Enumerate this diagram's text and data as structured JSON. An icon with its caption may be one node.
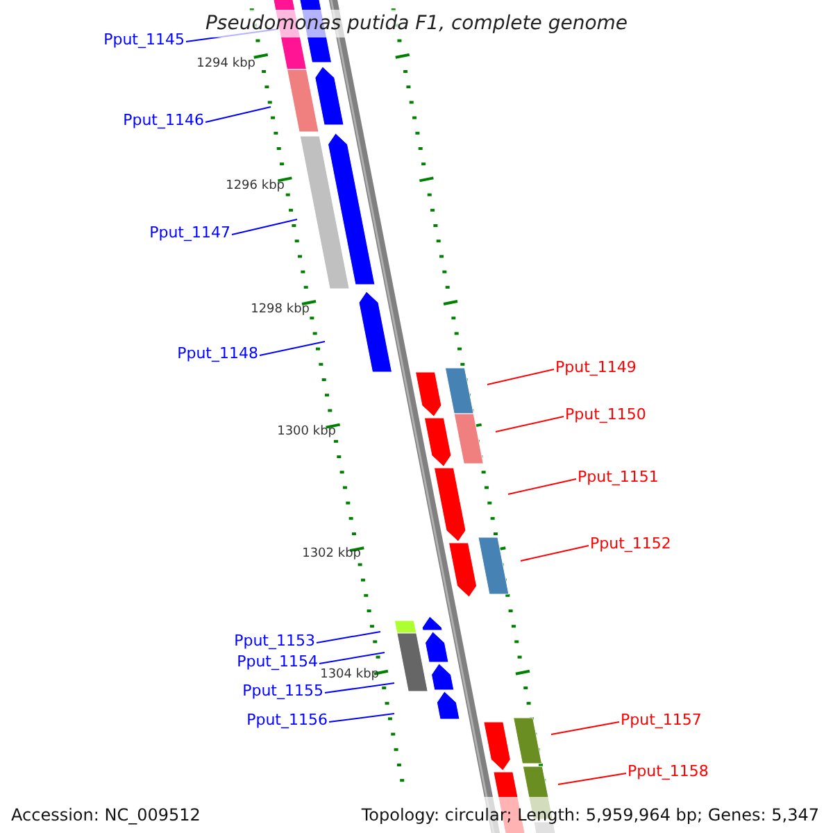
{
  "diagram": {
    "title": "Pseudomonas putida F1, complete genome",
    "nodes": [
      {
        "text": [
          "Pput_1145"
        ]
      },
      {
        "text": [
          "Pput_1146"
        ]
      },
      {
        "text": [
          "Pput_1147"
        ]
      },
      {
        "text": [
          "Pput_1148"
        ]
      },
      {
        "text": [
          "Pput_1149"
        ]
      },
      {
        "text": [
          "Pput_1150"
        ]
      },
      {
        "text": [
          "Pput_1151"
        ]
      },
      {
        "text": [
          "Pput_1152"
        ]
      },
      {
        "text": [
          "Pput_1153"
        ]
      },
      {
        "text": [
          "Pput_1154"
        ]
      },
      {
        "text": [
          "Pput_1155"
        ]
      },
      {
        "text": [
          "Pput_1156"
        ]
      },
      {
        "text": [
          "Pput_1157"
        ]
      },
      {
        "text": [
          "Pput_1158"
        ]
      }
    ],
    "edges": [
      {
        "from": 0,
        "to": null,
        "arrow": "none"
      },
      {
        "from": 1,
        "to": null,
        "arrow": "none"
      },
      {
        "from": 2,
        "to": null,
        "arrow": "none"
      },
      {
        "from": 3,
        "to": null,
        "arrow": "none"
      },
      {
        "from": 4,
        "to": null,
        "arrow": "none",
        "color": "#ff0000"
      },
      {
        "from": 5,
        "to": null,
        "arrow": "none",
        "color": "#ff0000"
      },
      {
        "from": 6,
        "to": null,
        "arrow": "none",
        "color": "#ff0000"
      },
      {
        "from": 7,
        "to": null,
        "arrow": "none",
        "color": "#ff0000"
      },
      {
        "from": 8,
        "to": null,
        "arrow": "none"
      },
      {
        "from": 9,
        "to": null,
        "arrow": "none"
      },
      {
        "from": 10,
        "to": null,
        "arrow": "none"
      },
      {
        "from": 11,
        "to": null,
        "arrow": "none"
      },
      {
        "from": 12,
        "to": null,
        "arrow": "none",
        "color": "#ff0000"
      },
      {
        "from": 13,
        "to": null,
        "arrow": "none",
        "color": "#ff0000"
      }
    ],
    "labels": [
      "1294 kbp",
      "1296 kbp",
      "1298 kbp",
      "1300 kbp",
      "1302 kbp",
      "1304 kbp",
      "Accession: NC_009512",
      "Topology: circular; Length: 5,959,964 bp; Genes: 5,347"
    ]
  }
}
